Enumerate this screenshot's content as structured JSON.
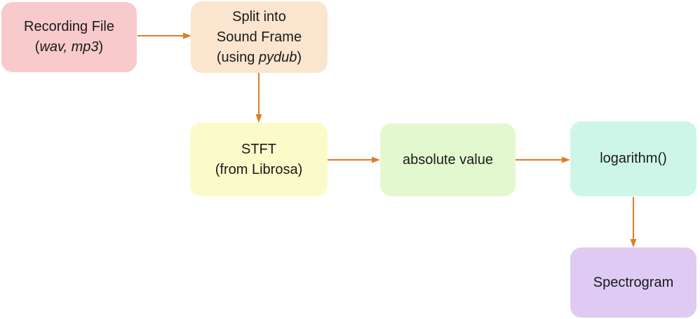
{
  "diagram_type": "flowchart",
  "arrow_color": "#E07C26",
  "text_color": "#1a1a1a",
  "background_color": "#ffffff",
  "nodes": [
    {
      "id": "recording-file",
      "label": "Recording File (wav, mp3)",
      "color": "#F8CACC",
      "lines": [
        [
          {
            "t": "Recording File"
          }
        ],
        [
          {
            "t": "("
          },
          {
            "t": "wav, mp3",
            "i": true
          },
          {
            "t": ")"
          }
        ]
      ]
    },
    {
      "id": "split-sound-frame",
      "label": "Split into Sound Frame (using pydub)",
      "color": "#FBE5CE",
      "lines": [
        [
          {
            "t": "Split into"
          }
        ],
        [
          {
            "t": "Sound Frame"
          }
        ],
        [
          {
            "t": "(using "
          },
          {
            "t": "pydub",
            "i": true
          },
          {
            "t": ")"
          }
        ]
      ]
    },
    {
      "id": "stft",
      "label": "STFT (from Librosa)",
      "color": "#FBFBC9",
      "lines": [
        [
          {
            "t": "STFT"
          }
        ],
        [
          {
            "t": "(from Librosa)"
          }
        ]
      ]
    },
    {
      "id": "absolute-value",
      "label": "absolute value",
      "color": "#E4F8D0",
      "lines": [
        [
          {
            "t": "absolute value"
          }
        ]
      ]
    },
    {
      "id": "logarithm",
      "label": "logarithm()",
      "color": "#CDF6E9",
      "lines": [
        [
          {
            "t": "logarithm()"
          }
        ]
      ]
    },
    {
      "id": "spectrogram",
      "label": "Spectrogram",
      "color": "#DECAF2",
      "lines": [
        [
          {
            "t": "Spectrogram"
          }
        ]
      ]
    }
  ],
  "edges": [
    {
      "from": "recording-file",
      "to": "split-sound-frame"
    },
    {
      "from": "split-sound-frame",
      "to": "stft"
    },
    {
      "from": "stft",
      "to": "absolute-value"
    },
    {
      "from": "absolute-value",
      "to": "logarithm"
    },
    {
      "from": "logarithm",
      "to": "spectrogram"
    }
  ]
}
